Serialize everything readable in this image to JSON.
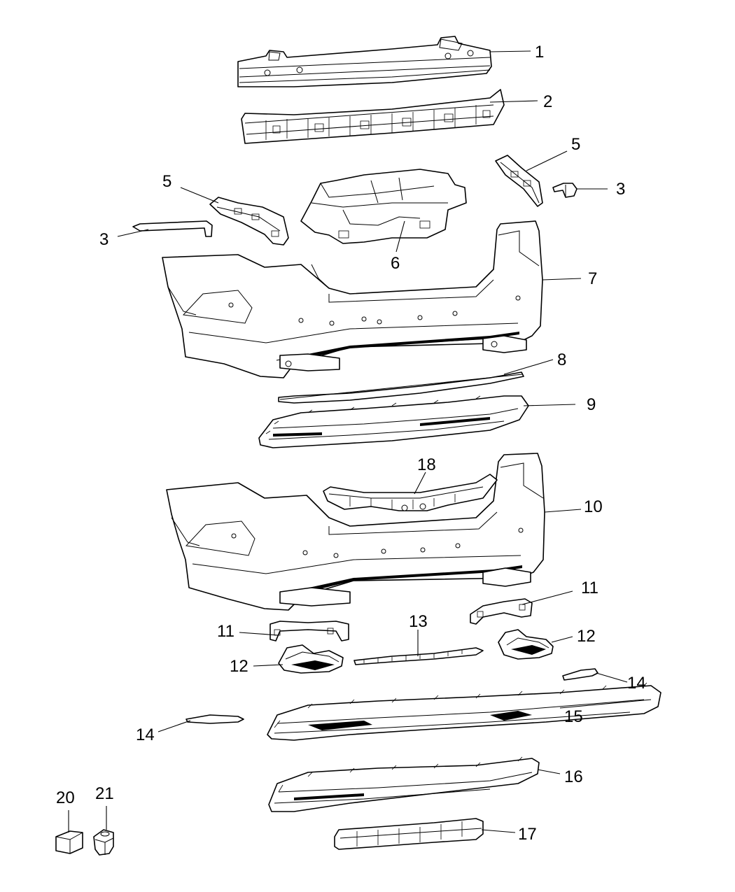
{
  "diagram": {
    "type": "exploded-parts-diagram",
    "callouts": [
      {
        "id": "c1",
        "label": "1"
      },
      {
        "id": "c2",
        "label": "2"
      },
      {
        "id": "c3r",
        "label": "3"
      },
      {
        "id": "c3l",
        "label": "3"
      },
      {
        "id": "c5r",
        "label": "5"
      },
      {
        "id": "c5l",
        "label": "5"
      },
      {
        "id": "c6",
        "label": "6"
      },
      {
        "id": "c7",
        "label": "7"
      },
      {
        "id": "c8",
        "label": "8"
      },
      {
        "id": "c9",
        "label": "9"
      },
      {
        "id": "c18",
        "label": "18"
      },
      {
        "id": "c10",
        "label": "10"
      },
      {
        "id": "c11r",
        "label": "11"
      },
      {
        "id": "c11l",
        "label": "11"
      },
      {
        "id": "c13",
        "label": "13"
      },
      {
        "id": "c12r",
        "label": "12"
      },
      {
        "id": "c12l",
        "label": "12"
      },
      {
        "id": "c14r",
        "label": "14"
      },
      {
        "id": "c14l",
        "label": "14"
      },
      {
        "id": "c15",
        "label": "15"
      },
      {
        "id": "c16",
        "label": "16"
      },
      {
        "id": "c17",
        "label": "17"
      },
      {
        "id": "c20",
        "label": "20"
      },
      {
        "id": "c21",
        "label": "21"
      }
    ]
  }
}
